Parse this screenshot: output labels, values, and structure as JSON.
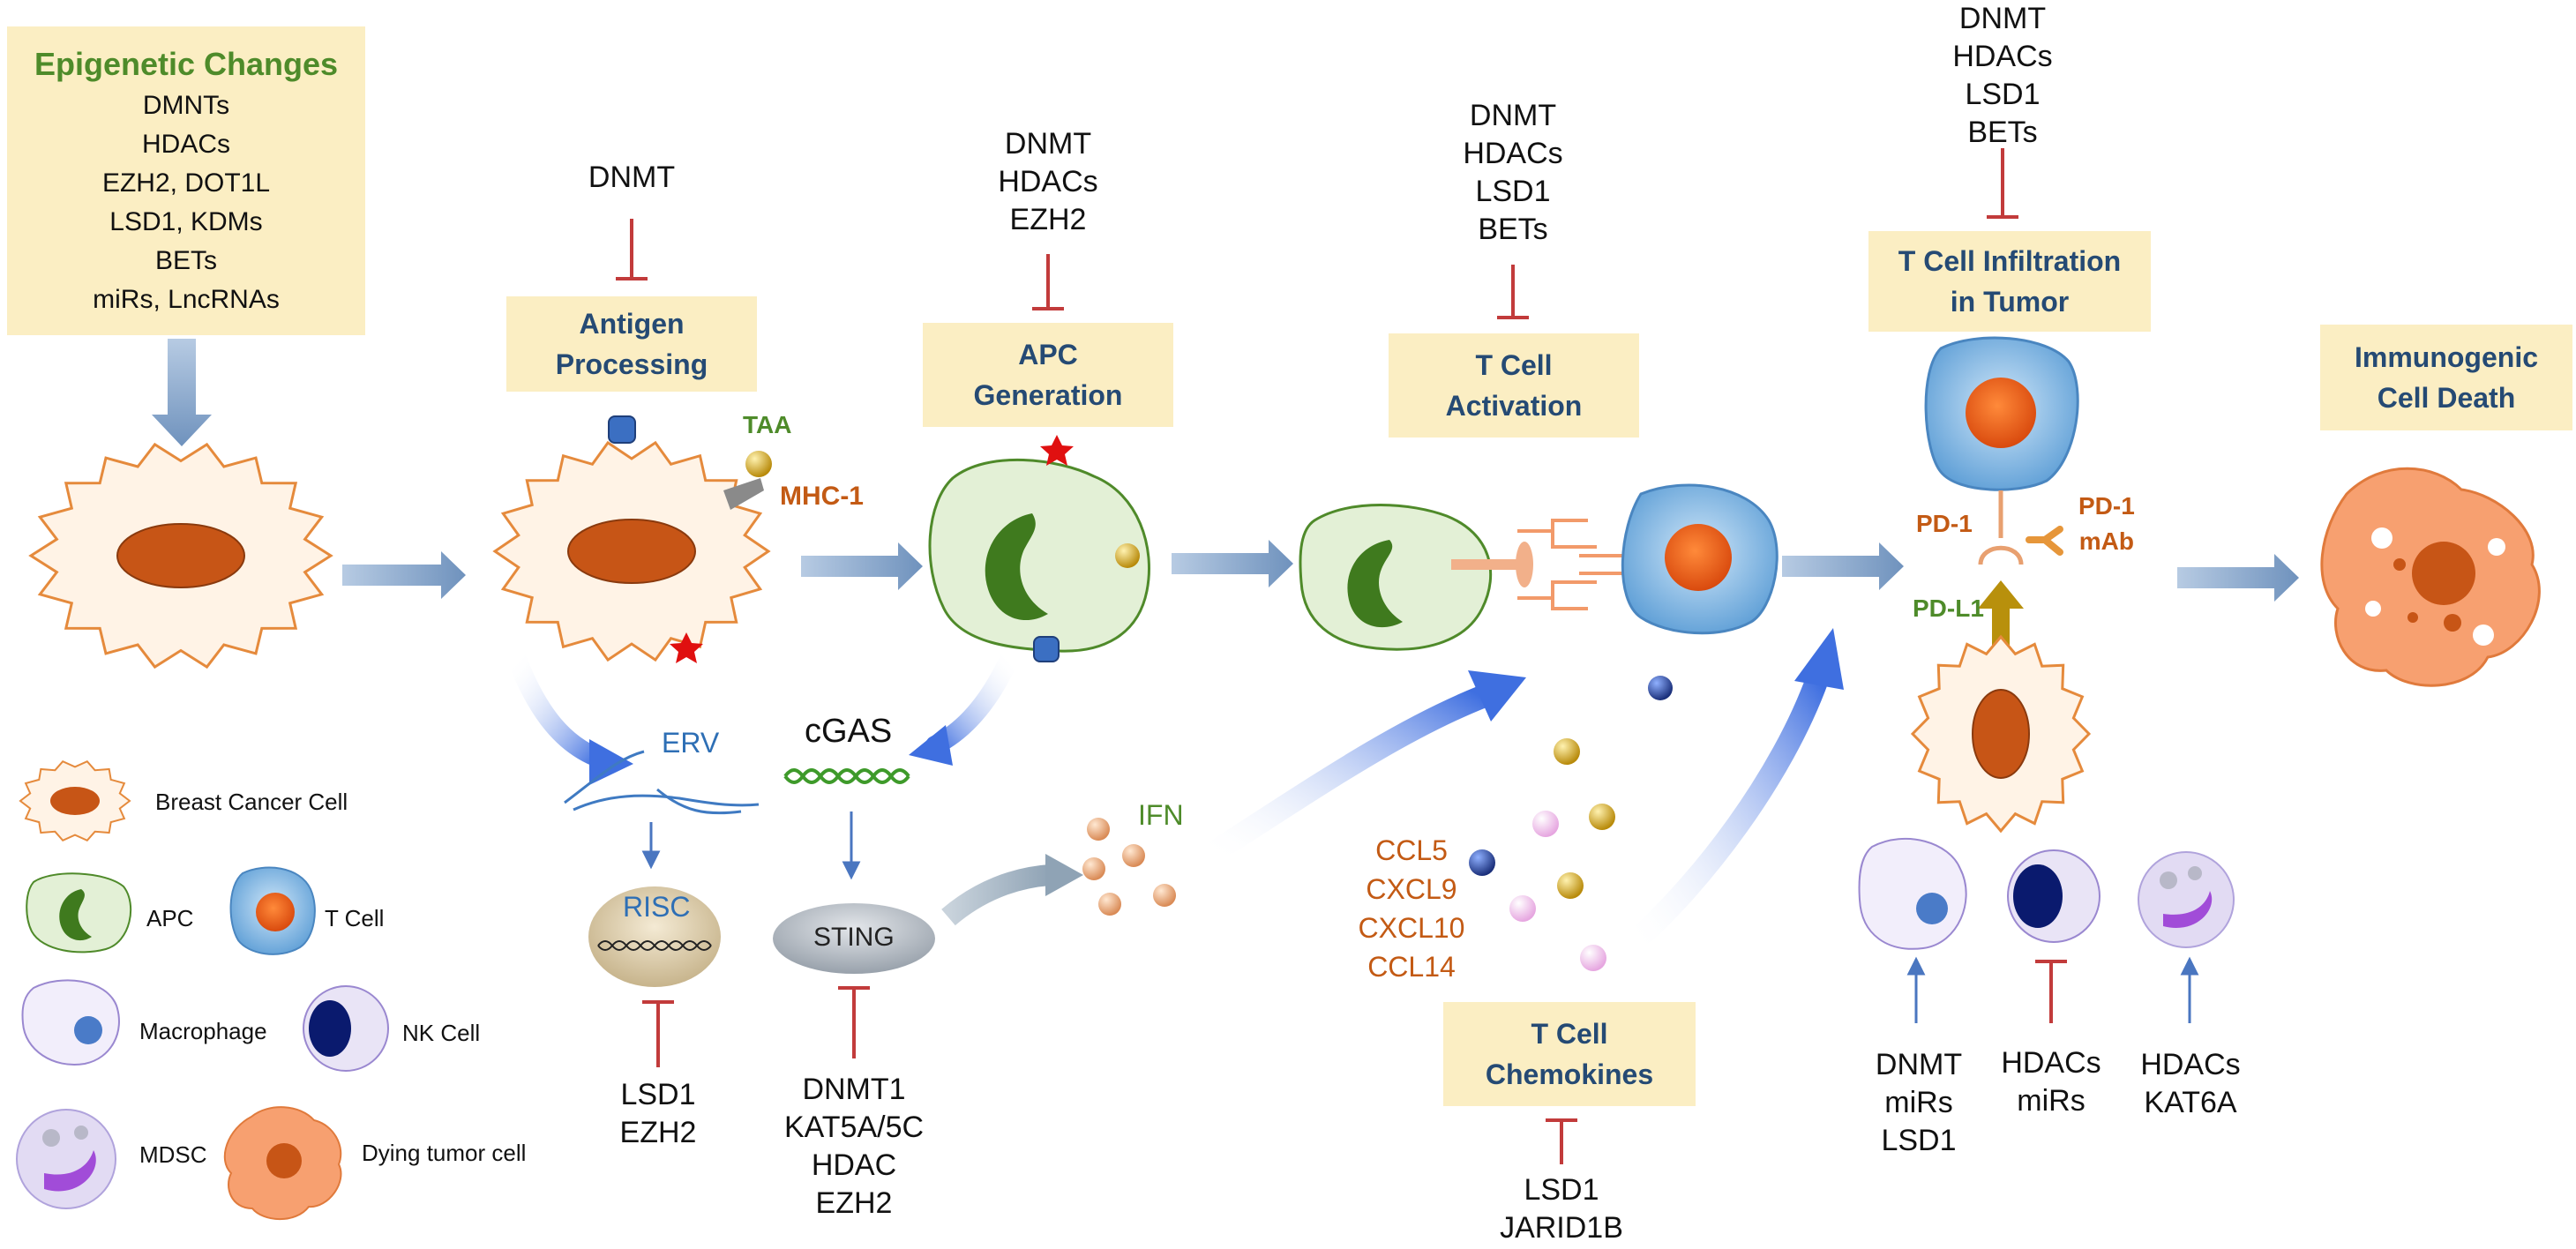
{
  "epigenetic_box": {
    "title": "Epigenetic Changes",
    "items": [
      "DMNTs",
      "HDACs",
      "EZH2, DOT1L",
      "LSD1, KDMs",
      "BETs",
      "miRs, LncRNAs"
    ]
  },
  "steps": {
    "antigen_processing": {
      "title_lines": [
        "Antigen",
        "Processing"
      ],
      "inhibitors": [
        "DNMT"
      ]
    },
    "apc_generation": {
      "title_lines": [
        "APC",
        "Generation"
      ],
      "inhibitors": [
        "DNMT",
        "HDACs",
        "EZH2"
      ]
    },
    "t_cell_activation": {
      "title_lines": [
        "T Cell",
        "Activation"
      ],
      "inhibitors": [
        "DNMT",
        "HDACs",
        "LSD1",
        "BETs"
      ]
    },
    "t_cell_infiltration": {
      "title_lines": [
        "T Cell Infiltration",
        "in Tumor"
      ],
      "inhibitors": [
        "DNMT",
        "HDACs",
        "LSD1",
        "BETs"
      ]
    },
    "immunogenic_cell_death": {
      "title_lines": [
        "Immunogenic",
        "Cell Death"
      ]
    },
    "t_cell_chemokines": {
      "title_lines": [
        "T Cell",
        "Chemokines"
      ],
      "inhibitors": [
        "LSD1",
        "JARID1B"
      ]
    }
  },
  "labels": {
    "taa": "TAA",
    "mhc1": "MHC-1",
    "erv": "ERV",
    "risc": "RISC",
    "cgas": "cGAS",
    "sting": "STING",
    "ifn": "IFN",
    "pd1": "PD-1",
    "pd1_mab_lines": [
      "PD-1",
      "mAb"
    ],
    "pdl1": "PD-L1"
  },
  "risc_inhibitors": [
    "LSD1",
    "EZH2"
  ],
  "sting_inhibitors": [
    "DNMT1",
    "KAT5A/5C",
    "HDAC",
    "EZH2"
  ],
  "chemokines": [
    "CCL5",
    "CXCL9",
    "CXCL10",
    "CCL14"
  ],
  "immune_modulators": {
    "macrophage": [
      "DNMT",
      "miRs",
      "LSD1"
    ],
    "nk_cell": [
      "HDACs",
      "miRs"
    ],
    "mdsc": [
      "HDACs",
      "KAT6A"
    ]
  },
  "legend": {
    "breast_cancer_cell": "Breast Cancer Cell",
    "apc": "APC",
    "t_cell": "T Cell",
    "macrophage": "Macrophage",
    "nk_cell": "NK Cell",
    "mdsc": "MDSC",
    "dying_tumor_cell": "Dying tumor cell"
  },
  "colors": {
    "box_fill": "#fbeec3",
    "title_blue": "#254a74",
    "title_green": "#4e8b2a",
    "accent_orange": "#c35a14",
    "inhibit_red": "#c23b3b",
    "arrow_blue": "#7f9fc4"
  }
}
